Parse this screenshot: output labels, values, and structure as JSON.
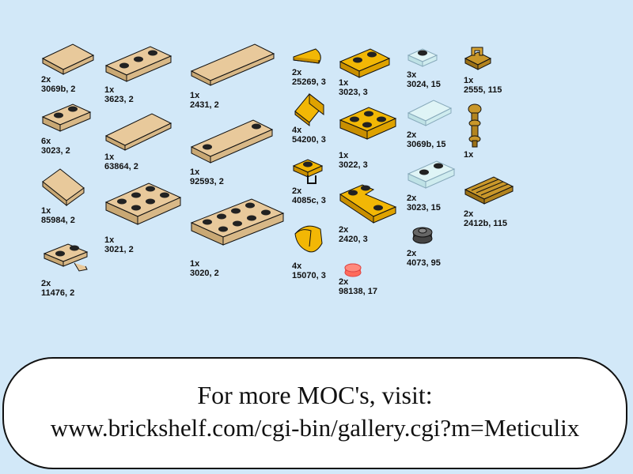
{
  "colors": {
    "tan": "#e8c99b",
    "yellow": "#f2b705",
    "trans_clear": "#dff4f6",
    "trans_red": "#ff6b5b",
    "dark_gray": "#555555",
    "pearl_gold": "#c9972a",
    "page_bg": "#d2e8f8"
  },
  "parts": [
    {
      "qty": "2x",
      "code": "3069b, 2"
    },
    {
      "qty": "1x",
      "code": "3623, 2"
    },
    {
      "qty": "1x",
      "code": "2431, 2"
    },
    {
      "qty": "2x",
      "code": "25269, 3"
    },
    {
      "qty": "1x",
      "code": "3023, 3"
    },
    {
      "qty": "3x",
      "code": "3024, 15"
    },
    {
      "qty": "1x",
      "code": "2555, 115"
    },
    {
      "qty": "6x",
      "code": "3023, 2"
    },
    {
      "qty": "1x",
      "code": "63864, 2"
    },
    {
      "qty": "1x",
      "code": "92593, 2"
    },
    {
      "qty": "4x",
      "code": "54200, 3"
    },
    {
      "qty": "1x",
      "code": "3022, 3"
    },
    {
      "qty": "2x",
      "code": "3069b, 15"
    },
    {
      "qty": "1x",
      "code": ""
    },
    {
      "qty": "1x",
      "code": "85984, 2"
    },
    {
      "qty": "1x",
      "code": "3021, 2"
    },
    {
      "qty": "1x",
      "code": "3020, 2"
    },
    {
      "qty": "2x",
      "code": "4085c, 3"
    },
    {
      "qty": "2x",
      "code": "2420, 3"
    },
    {
      "qty": "2x",
      "code": "3023, 15"
    },
    {
      "qty": "2x",
      "code": "2412b, 115"
    },
    {
      "qty": "2x",
      "code": "11476, 2"
    },
    {
      "qty": "4x",
      "code": "15070, 3"
    },
    {
      "qty": "2x",
      "code": "98138, 17"
    },
    {
      "qty": "2x",
      "code": "4073, 95"
    }
  ],
  "banner": {
    "line1": "For more MOC's, visit:",
    "line2": "www.brickshelf.com/cgi-bin/gallery.cgi?m=Meticulix"
  }
}
